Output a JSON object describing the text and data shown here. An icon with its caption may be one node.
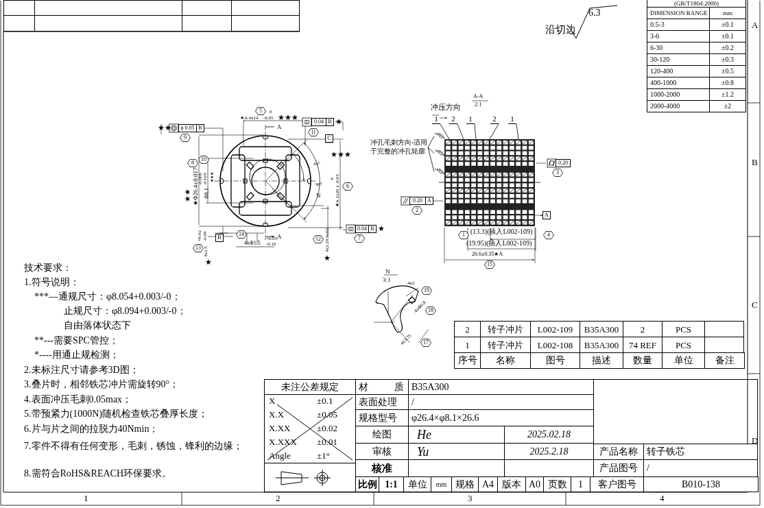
{
  "diagram": {
    "nodes": [
      {
        "text": [
          "1"
        ]
      },
      {
        "text": [
          "2"
        ]
      },
      {
        "text": [
          "1"
        ]
      },
      {
        "text": [
          "2"
        ]
      },
      {
        "text": [
          "1"
        ]
      },
      {
        "text": [
          "冲孔毛刺方向-适用于完整的冲孔轮廓"
        ]
      },
      {
        "text": [],
        "shape": "picture"
      },
      {
        "text": [],
        "shape": "picture"
      },
      {
        "text": [],
        "shape": "picture"
      },
      {
        "text": [],
        "shape": "picture"
      }
    ],
    "edges": [
      {
        "from": 0,
        "to": 9,
        "arrow": "none"
      },
      {
        "from": 1,
        "to": 9,
        "arrow": "none"
      },
      {
        "from": 2,
        "to": 9,
        "arrow": "none"
      },
      {
        "from": 3,
        "to": 9,
        "arrow": "none"
      },
      {
        "from": 4,
        "to": 9,
        "arrow": "none"
      },
      {
        "from": 5,
        "to": 6,
        "arrow": "none"
      },
      {
        "from": 5,
        "to": 7,
        "arrow": "none"
      },
      {
        "from": 5,
        "to": 8,
        "arrow": "none"
      }
    ],
    "labels": [
      "(GB/T1804:2000)",
      "DIMENSION RANGE",
      "mm",
      "0.5-3",
      "±0.1",
      "3-6",
      "±0.1",
      "6-30",
      "±0.2",
      "30-120",
      "±0.3",
      "120-400",
      "±0.5",
      "400-1000",
      "±0.8",
      "1000-2000",
      "±1.2",
      "2000-4000",
      "±2",
      "沿切边",
      "6.3",
      "A",
      "B",
      "C",
      "D",
      "1",
      "2",
      "3",
      "4",
      "5",
      "0",
      "★A 4x14",
      "-0.05",
      "★★★",
      "0.04",
      "B",
      "★",
      "11",
      "★★",
      "ϕ 0.05",
      "B",
      "9",
      "A",
      "C",
      "10",
      "8",
      "45°",
      "★★★",
      "90°",
      "6",
      "N",
      "★Φ26.4±0.017",
      "★★",
      "Φ8.1",
      "-0.006",
      "-0.028",
      "★★★",
      "0",
      "★A 2x20.1 -0.05",
      "B",
      "14",
      "4xΦ1.5",
      "+0.05",
      "-0.10",
      "A",
      "13",
      "4x2.5",
      "+0.02",
      "-0.08",
      "★",
      "12",
      "4x2.28±0.02",
      "★",
      "0.04",
      "B",
      "★",
      "7",
      "A-A",
      "2:1",
      "冲压方向",
      "0.20",
      "3",
      "0.20",
      "A",
      "2",
      "A",
      "1",
      "(13.3)(插入L002-109)",
      "4",
      "(19.95)(插入L002-109)",
      "26.6±0.35★A",
      "15",
      "N",
      "3:1",
      "4x2",
      "19",
      "4xΦ0.8",
      "18",
      "4x3.75",
      "17",
      "技术要求：",
      "1.符号说明：",
      "***—通规尺寸：φ8.054+0.003/-0；",
      "止规尺寸：φ8.094+0.003/-0；",
      "自由落体状态下",
      "**---需要SPC管控；",
      "*----用通止规检测；",
      "2.未标注尺寸请参考3D图；",
      "3.叠片时，相邻铁芯冲片需旋转90°；",
      "4.表面冲压毛刺0.05max；",
      "5.带预紧力(1000N)随机检查铁芯叠厚长度；",
      "6.片与片之间的拉脱力40Nmin；",
      "7.零件不得有任何变形，毛刺，锈蚀，锋利的边缘；",
      "8.需符合RoHS&REACH环保要求。",
      "2",
      "转子冲片",
      "L002-109",
      "B35A300",
      "2",
      "PCS",
      "1",
      "转子冲片",
      "L002-108",
      "B35A300",
      "74 REF",
      "PCS",
      "序号",
      "名称",
      "图号",
      "描述",
      "数量",
      "单位",
      "备注",
      "未注公差规定",
      "X",
      "±0.1",
      "X.X",
      "±0.05",
      "X.XX",
      "±0.02",
      "X.XXX",
      "±0.01",
      "Angle",
      "±1°",
      "材 质",
      "B35A300",
      "表面处理",
      "/",
      "规格型号",
      "φ26.4×φ8.1×26.6",
      "绘图",
      "He",
      "2025.02.18",
      "审核",
      "Yu",
      "2025.2.18",
      "核准",
      "产品名称",
      "转子铁芯",
      "产品图号",
      "/",
      "比例",
      "1:1",
      "单位",
      "mm",
      "规格",
      "A4",
      "版本",
      "A0",
      "页数",
      "1",
      "客户图号",
      "B010-138"
    ]
  }
}
